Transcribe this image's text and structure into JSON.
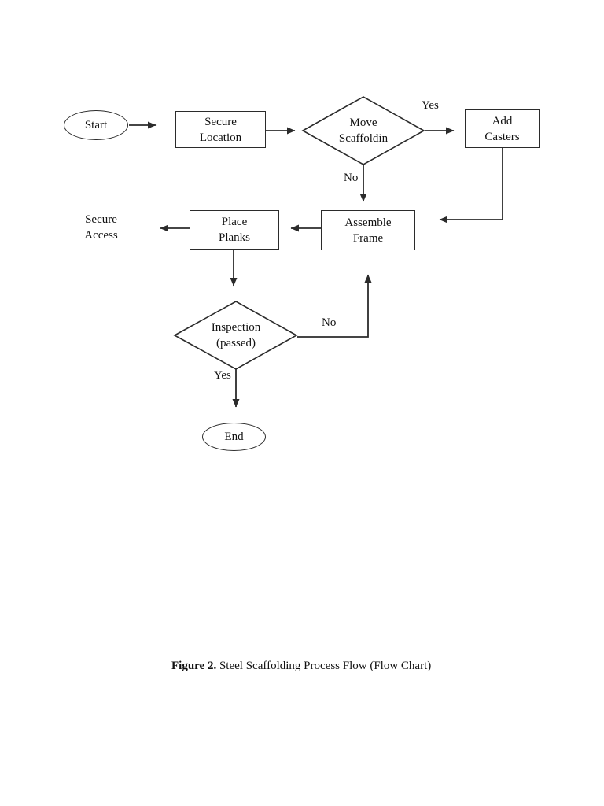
{
  "figure": {
    "caption_label": "Figure 2.",
    "caption_text": " Steel Scaffolding Process Flow (Flow Chart)"
  },
  "flowchart": {
    "title": "Steel Scaffolding Process Flow",
    "colors": {
      "stroke": "#2b2b2b",
      "text": "#111111",
      "background": "#ffffff"
    },
    "nodes": {
      "start": {
        "type": "terminator",
        "label": "Start"
      },
      "secure_location": {
        "type": "process",
        "line1": "Secure",
        "line2": "Location"
      },
      "move_scaffolding": {
        "type": "decision",
        "line1": "Move",
        "line2": "Scaffoldin"
      },
      "add_casters": {
        "type": "process",
        "line1": "Add",
        "line2": "Casters"
      },
      "assemble_frame": {
        "type": "process",
        "line1": "Assemble",
        "line2": "Frame"
      },
      "place_planks": {
        "type": "process",
        "line1": "Place",
        "line2": "Planks"
      },
      "secure_access": {
        "type": "process",
        "line1": "Secure",
        "line2": "Access"
      },
      "inspection": {
        "type": "decision",
        "line1": "Inspection",
        "line2": "(passed)"
      },
      "end": {
        "type": "terminator",
        "label": "End"
      }
    },
    "edge_labels": {
      "move_yes": "Yes",
      "move_no": "No",
      "inspection_no": "No",
      "inspection_yes": "Yes"
    },
    "edges": [
      {
        "from": "start",
        "to": "secure_location",
        "label": ""
      },
      {
        "from": "secure_location",
        "to": "move_scaffolding",
        "label": ""
      },
      {
        "from": "move_scaffolding",
        "to": "add_casters",
        "label": "Yes"
      },
      {
        "from": "move_scaffolding",
        "to": "assemble_frame",
        "label": "No"
      },
      {
        "from": "add_casters",
        "to": "assemble_frame",
        "label": ""
      },
      {
        "from": "assemble_frame",
        "to": "place_planks",
        "label": ""
      },
      {
        "from": "place_planks",
        "to": "secure_access",
        "label": ""
      },
      {
        "from": "place_planks",
        "to": "inspection",
        "label": ""
      },
      {
        "from": "inspection",
        "to": "assemble_frame",
        "label": "No"
      },
      {
        "from": "inspection",
        "to": "end",
        "label": "Yes"
      }
    ]
  }
}
